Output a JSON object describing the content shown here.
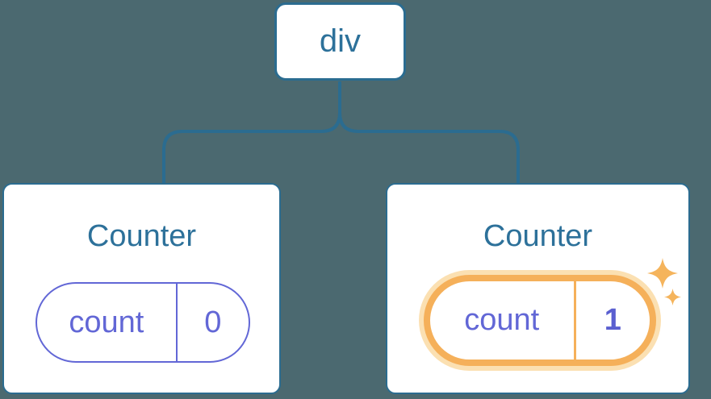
{
  "diagram": {
    "description": "React component tree: a div root with two Counter children; the second Counter's state pill (count = 1) is highlighted with an orange glow and sparkles",
    "background_color": "#4b6970",
    "root": {
      "label": "div"
    },
    "children": [
      {
        "title": "Counter",
        "state": {
          "key": "count",
          "value": "0"
        },
        "highlighted": false
      },
      {
        "title": "Counter",
        "state": {
          "key": "count",
          "value": "1"
        },
        "highlighted": true
      }
    ],
    "colors": {
      "node_background": "#ffffff",
      "node_border": "#2b6c90",
      "connector_line": "#2b6c90",
      "title_text": "#2d719a",
      "state_accent_purple": "#6267d6",
      "highlight_orange": "#f5b05a",
      "highlight_glow": "#fbe0b2",
      "sparkle": "#f5b45c"
    }
  }
}
